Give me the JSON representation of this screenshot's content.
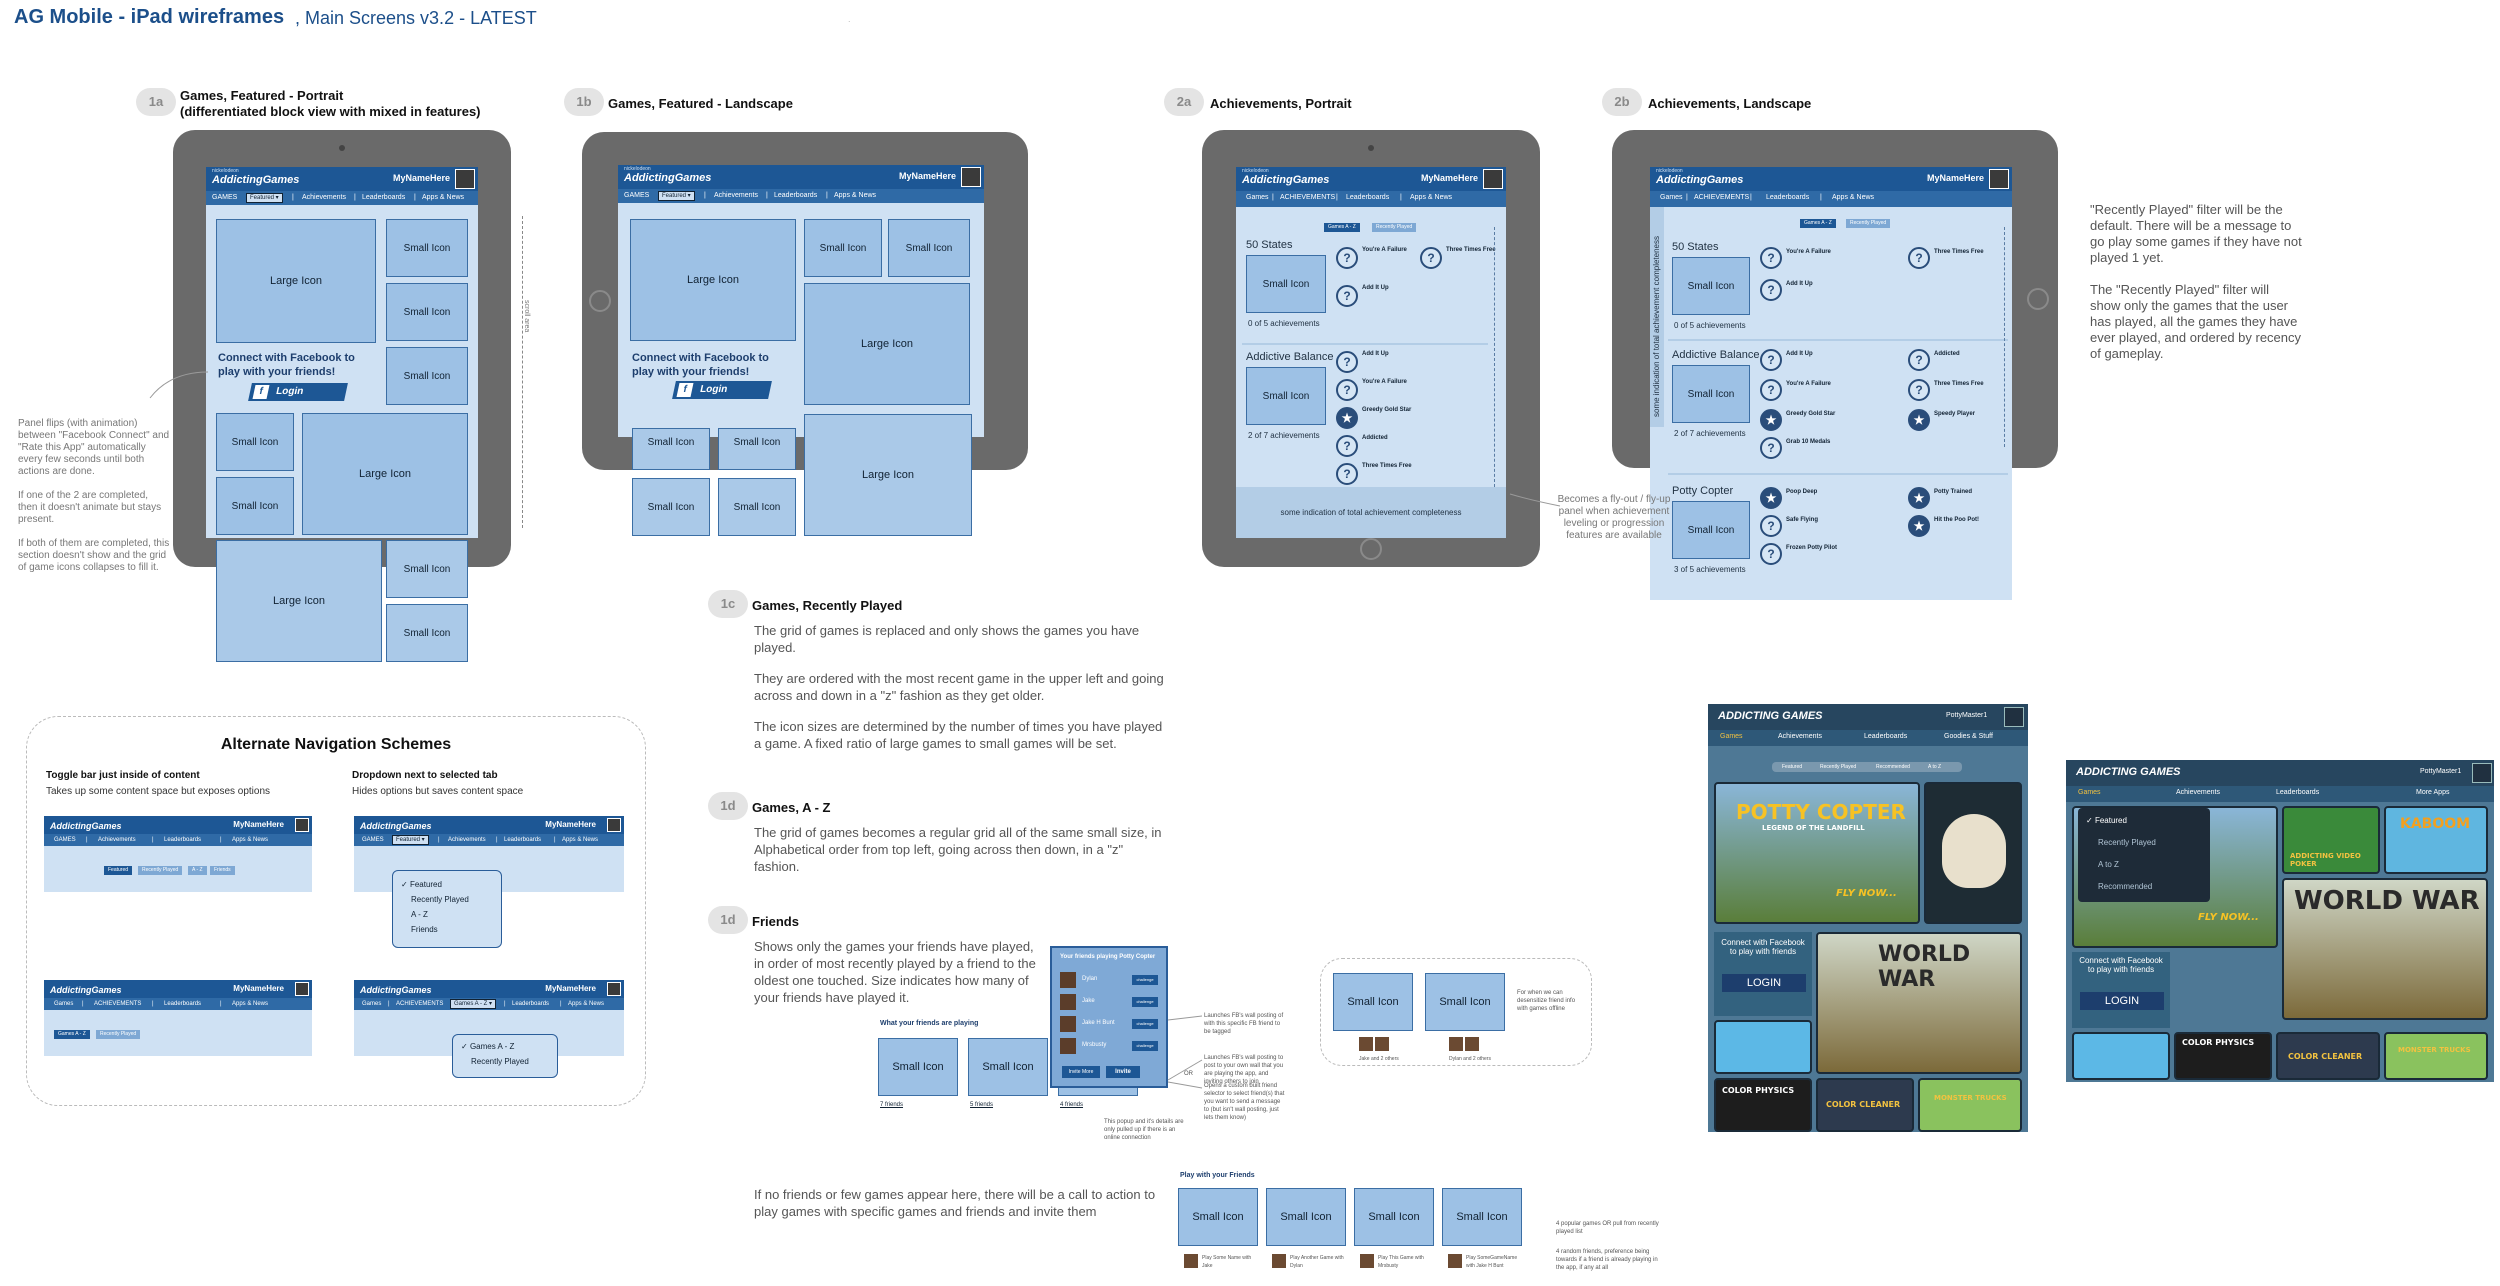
{
  "header": {
    "title": "AG Mobile - iPad wireframes",
    "subtitle": ",  Main Screens v3.2 - LATEST"
  },
  "app": {
    "logo_small": "nickelodeon",
    "logo": "AddictingGames",
    "user": "MyNameHere",
    "nav": {
      "games": "GAMES",
      "games_alt": "Games",
      "featured": "Featured",
      "achievements": "Achievements",
      "achievements_caps": "ACHIEVEMENTS",
      "leaderboards": "Leaderboards",
      "apps": "Apps & News",
      "sep": "|"
    }
  },
  "tiles": {
    "large": "Large Icon",
    "small": "Small Icon"
  },
  "fb": {
    "text": "Connect with Facebook to play with your friends!",
    "f": "f",
    "login": "Login"
  },
  "s1a": {
    "tag": "1a",
    "title": "Games, Featured - Portrait",
    "subtitle": "(differentiated block view with mixed in features)",
    "note": "Panel flips (with animation) between \"Facebook Connect\" and \"Rate this App\" automatically every few seconds until both actions are done.\n\nIf one of the 2 are completed, then it doesn't animate but stays present.\n\nIf both of them are completed, this section doesn't show and the grid of game icons collapses to fill it.",
    "scroll": "scroll area"
  },
  "s1b": {
    "tag": "1b",
    "title": "Games, Featured - Landscape"
  },
  "s2a": {
    "tag": "2a",
    "title": "Achievements, Portrait"
  },
  "s2b": {
    "tag": "2b",
    "title": "Achievements, Landscape"
  },
  "ach": {
    "tab_az": "Games A - Z",
    "tab_recent": "Recently Played",
    "games": [
      {
        "name": "50 States",
        "count": "0 of 5 achievements",
        "icon": "Small Icon"
      },
      {
        "name": "Addictive Balance",
        "count": "2 of 7 achievements",
        "icon": "Small Icon"
      },
      {
        "name": "Potty Copter",
        "count": "3 of 5 achievements",
        "icon": "Small Icon"
      }
    ],
    "items": [
      "You're A Failure",
      "Three Times Free",
      "Add It Up",
      "Add It Up",
      "Addicted",
      "You're A Failure",
      "Three Times Free",
      "Greedy Gold Star",
      "Speedy Player",
      "Grab 10 Medals",
      "Poop Deep",
      "Potty Trained",
      "Safe Flying",
      "Hit the Poo Pot!",
      "Frozen Potty Pilot"
    ],
    "q": "?",
    "footer": "some indication of total achievement completeness",
    "side_vertical": "some indication of total achievement completeness",
    "flyout_note": "Becomes a fly-out / fly-up panel when achievement leveling or progression features are available"
  },
  "recently_note": "\"Recently Played\" filter will be the default.  There will be a message to go play some games if they have not played 1 yet.\n\nThe \"Recently Played\" filter will show only the games that the user has played, all the games they have ever played, and ordered by recency of gameplay.",
  "s1c": {
    "tag": "1c",
    "title": "Games, Recently Played",
    "p1": "The grid of games is replaced and only shows the games you have played.",
    "p2": "They are ordered with the most recent game in the upper left and going across and down in a \"z\" fashion as they get older.",
    "p3": "The icon sizes are determined by the number of times you have played a game.  A fixed ratio of large games to small games will be set."
  },
  "s1d": {
    "tag": "1d",
    "title": "Games, A - Z",
    "p1": "The grid of games becomes a regular grid all of the same small size, in Alphabetical order from top left, going across then down, in a \"z\" fashion."
  },
  "s1e": {
    "tag": "1d",
    "title": "Friends",
    "p1": "Shows only the games your friends have played, in order of most recently played by a friend to the oldest one touched.  Size indicates how many of your friends have played it.",
    "p2": "If no friends or few games appear here, there will be a call to action to play games with specific games and friends and invite them"
  },
  "alt": {
    "title": "Alternate Navigation Schemes",
    "toggle_title": "Toggle bar just inside of content",
    "toggle_sub": "Takes up some content space but exposes options",
    "dropdown_title": "Dropdown next to selected tab",
    "dropdown_sub": "Hides options but saves content space",
    "pills1": [
      "Featured",
      "Recently Played",
      "A - Z",
      "Friends"
    ],
    "pills2": [
      "Games A - Z",
      "Recently Played"
    ],
    "dd1": [
      "Featured",
      "Recently Played",
      "A - Z",
      "Friends"
    ],
    "dd2": [
      "Games A - Z",
      "Recently Played"
    ],
    "check": "✓"
  },
  "friends": {
    "heading": "What your friends are playing",
    "labels": [
      "7 friends",
      "5 friends",
      "4 friends"
    ],
    "popup_title": "Your friends playing Potty Copter",
    "popup_rows": [
      "Dylan",
      "Jake",
      "Jake H Bunt",
      "Mrsbusty"
    ],
    "challenge": "challenge",
    "invite_more": "Invite More",
    "invite": "Invite",
    "note1": "Launches FB's wall posting of with this specific FB friend to be tagged",
    "note2": "Launches FB's wall posting to post to your own wall that you are playing the app, and inviting others to join",
    "or": "OR",
    "note3": "Opens a custom built friend selector to select friend(s) that you want to send a message to (but isn't wall posting, just lets them know)",
    "note4": "This popup and it's details are only pulled up if there is an online connection",
    "offline_note": "For when we can desensitize friend info with games offline",
    "play_heading": "Play with your Friends",
    "play_names": [
      "Play Some Name with Jake",
      "Play Another Game with Dylan",
      "Play This Game with Mrsbusty",
      "Play SomeGameName with Jake H Bunt"
    ],
    "note_right1": "4 popular games OR pull from recently played list",
    "note_right2": "4 random friends, preference being towards if a friend is already playing in the app, if any at all",
    "offline_labels": [
      "Jake and 2 others",
      "Dylan and 2 others"
    ]
  },
  "shots": {
    "logo": "ADDICTING GAMES",
    "user": "PottyMaster1",
    "nav": [
      "Games",
      "Achievements",
      "Leaderboards",
      "Goodies & Stuff"
    ],
    "nav2": [
      "Games",
      "Achievements",
      "Leaderboards",
      "More Apps"
    ],
    "filters": [
      "Featured",
      "Recently Played",
      "Recommended",
      "A to Z"
    ],
    "dd": [
      "Featured",
      "Recently Played",
      "A to Z",
      "Recommended"
    ],
    "games": [
      "POTTY COPTER",
      "LEGEND OF THE LANDFILL",
      "FLY NOW...",
      "WORLD WAR",
      "COLOR PHYSICS",
      "COLOR CLEANER",
      "Connect with Facebook to play with friends",
      "LOGIN",
      "KABOOM",
      "ADDICTING VIDEO POKER",
      "MONSTER TRUCKS"
    ]
  },
  "colors": {
    "brand": "#1d5795",
    "tile": "#9dc1e5",
    "screen": "#cfe1f3",
    "frame": "#6a6a6a"
  }
}
